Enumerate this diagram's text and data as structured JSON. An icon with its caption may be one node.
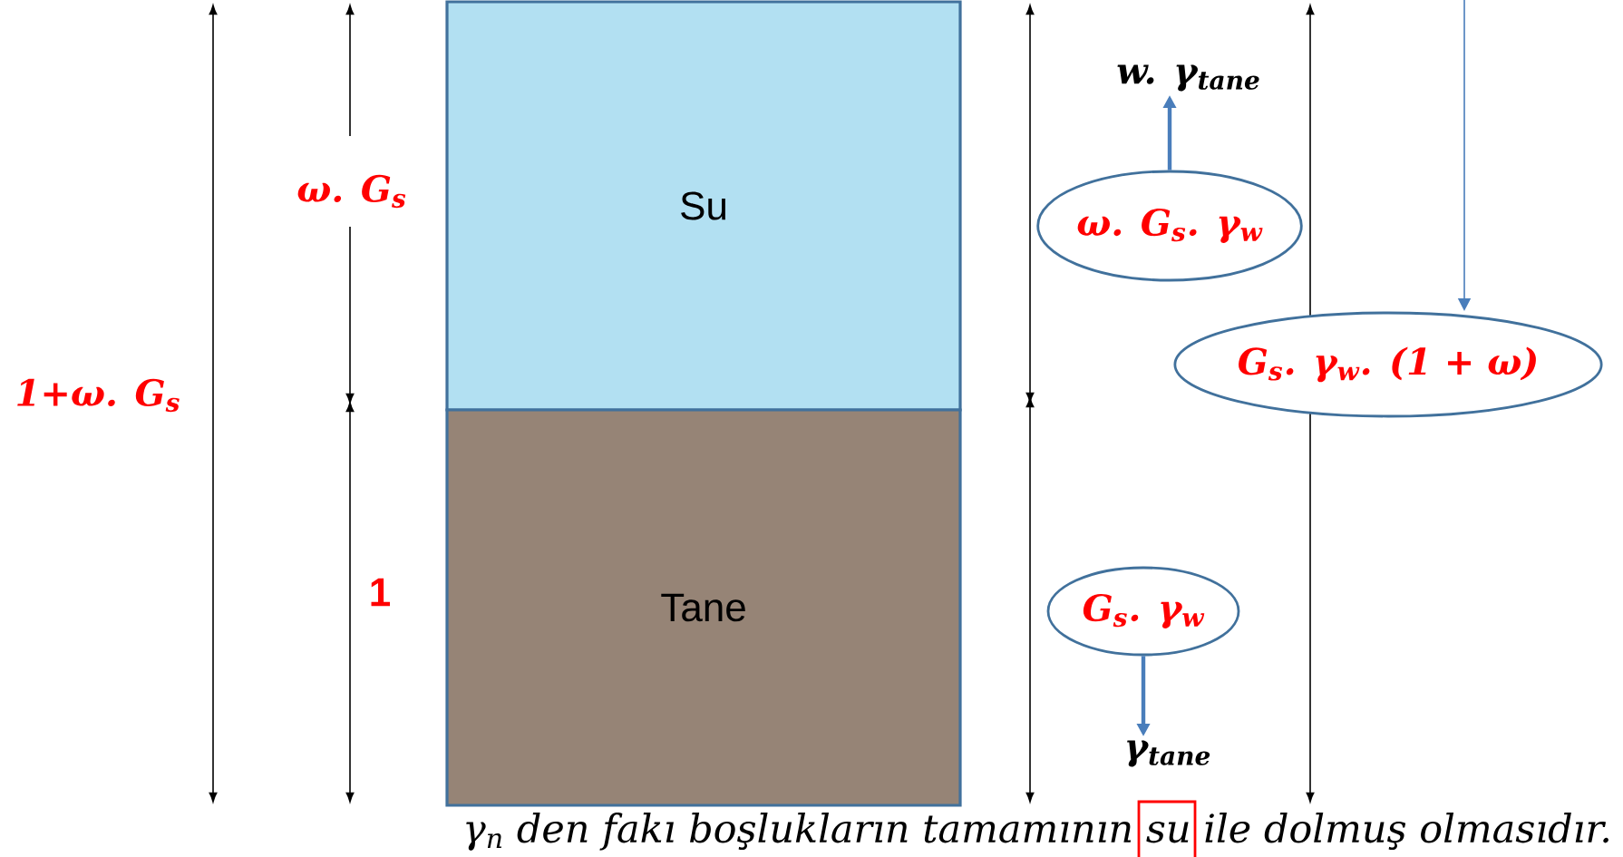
{
  "diagram": {
    "nodes": [
      {
        "text": [
          "Su"
        ]
      },
      {
        "text": [
          "Tane"
        ]
      },
      {
        "text": [
          "ω. G$_{s}$. γ$_{w}$"
        ]
      },
      {
        "text": [
          "w. γ$_{tane}$"
        ]
      },
      {
        "text": [
          "G$_{s}$. γ$_{w}$. (1 + ω)"
        ]
      },
      {
        "text": [
          "G$_{s}$. γ$_{w}$"
        ]
      },
      {
        "text": [
          "γ$_{tane}$"
        ]
      }
    ],
    "edges": [
      {
        "from": 2,
        "to": 3,
        "arrow": "to"
      },
      {
        "from": null,
        "to": 4,
        "arrow": "to"
      },
      {
        "from": 5,
        "to": 6,
        "arrow": "to"
      }
    ],
    "labels": [
      "ω. G$_{s}$",
      "1+ω. G$_{s}$",
      "1",
      "γ$_{n}$ den fakı boşlukların tamamının su ile dolmuş olmasıdır."
    ]
  }
}
